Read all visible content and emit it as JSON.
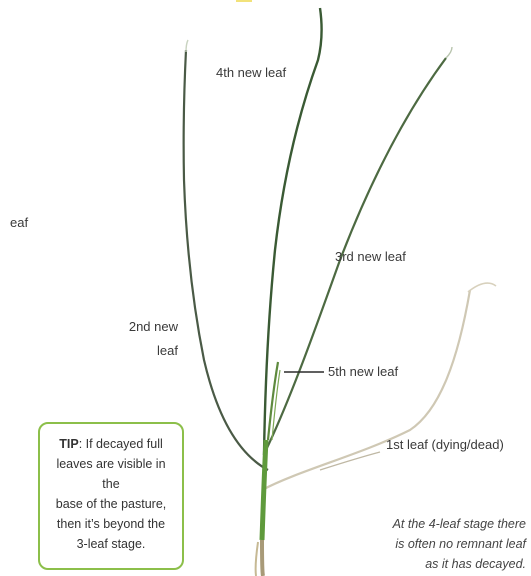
{
  "diagram": {
    "labels": {
      "leaf_fragment": "eaf",
      "fourth_leaf": "4th new leaf",
      "third_leaf": "3rd new leaf",
      "second_leaf_line1": "2nd new",
      "second_leaf_line2": "leaf",
      "fifth_leaf": "5th new leaf",
      "first_leaf": "1st leaf (dying/dead)"
    },
    "tip": {
      "prefix": "TIP",
      "line1": ": If decayed full",
      "line2": "leaves are visible in the",
      "line3": "base of the pasture,",
      "line4": "then it’s beyond the",
      "line5": "3-leaf stage."
    },
    "note": {
      "line1": "At the 4-leaf stage there",
      "line2": "is often no remnant leaf",
      "line3": "as it has decayed."
    },
    "colors": {
      "tip_border": "#8cbf4a",
      "leaf_green": "#4f8a3a",
      "leaf_dark": "#2f3a30",
      "dead_leaf": "#c9c2ae"
    }
  }
}
